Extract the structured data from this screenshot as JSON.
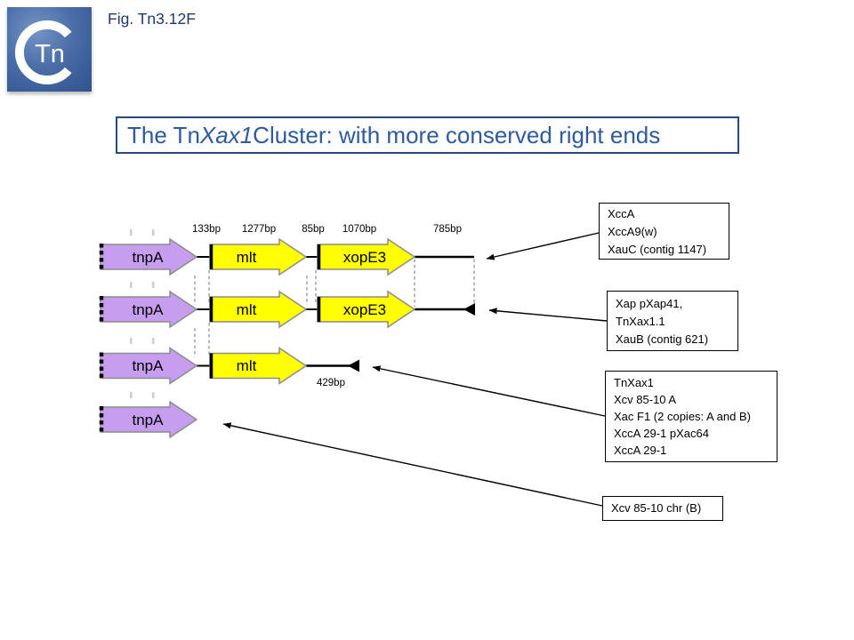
{
  "header": {
    "fig_label": "Fig. Tn3.12F",
    "logo_text": "Tn"
  },
  "title": {
    "pre": "The Tn",
    "italic": "Xax1",
    "post": " Cluster: with more conserved right ends"
  },
  "diagram": {
    "gene_labels": {
      "tnpA": "tnpA",
      "mlt": "mlt",
      "xopE3": "xopE3"
    },
    "distances": [
      "133bp",
      "1277bp",
      "85bp",
      "1070bp",
      "785bp"
    ],
    "row3_distance": "429bp",
    "colors": {
      "tnpA_fill": "#C79DEF",
      "orf_fill": "#FFFF00",
      "arrow_outline": "#8C8C8C",
      "line_black": "#000000",
      "guide_gray": "#8A8A8A",
      "title_blue": "#2E5A9E",
      "fig_blue": "#1E3A68",
      "logo_blue": "#3F66A3"
    }
  },
  "annotations": [
    {
      "lines": [
        "XccA",
        "XccA9(w)",
        "XauC (contig 1147)"
      ]
    },
    {
      "lines": [
        "Xap pXap41,",
        "TnXax1.1",
        "XauB (contig 621)"
      ]
    },
    {
      "lines": [
        "TnXax1",
        "Xcv 85-10 A",
        "Xac F1 (2 copies: A and B)",
        "XccA 29-1 pXac64",
        "XccA 29-1"
      ]
    },
    {
      "lines": [
        "Xcv 85-10 chr (B)"
      ]
    }
  ]
}
